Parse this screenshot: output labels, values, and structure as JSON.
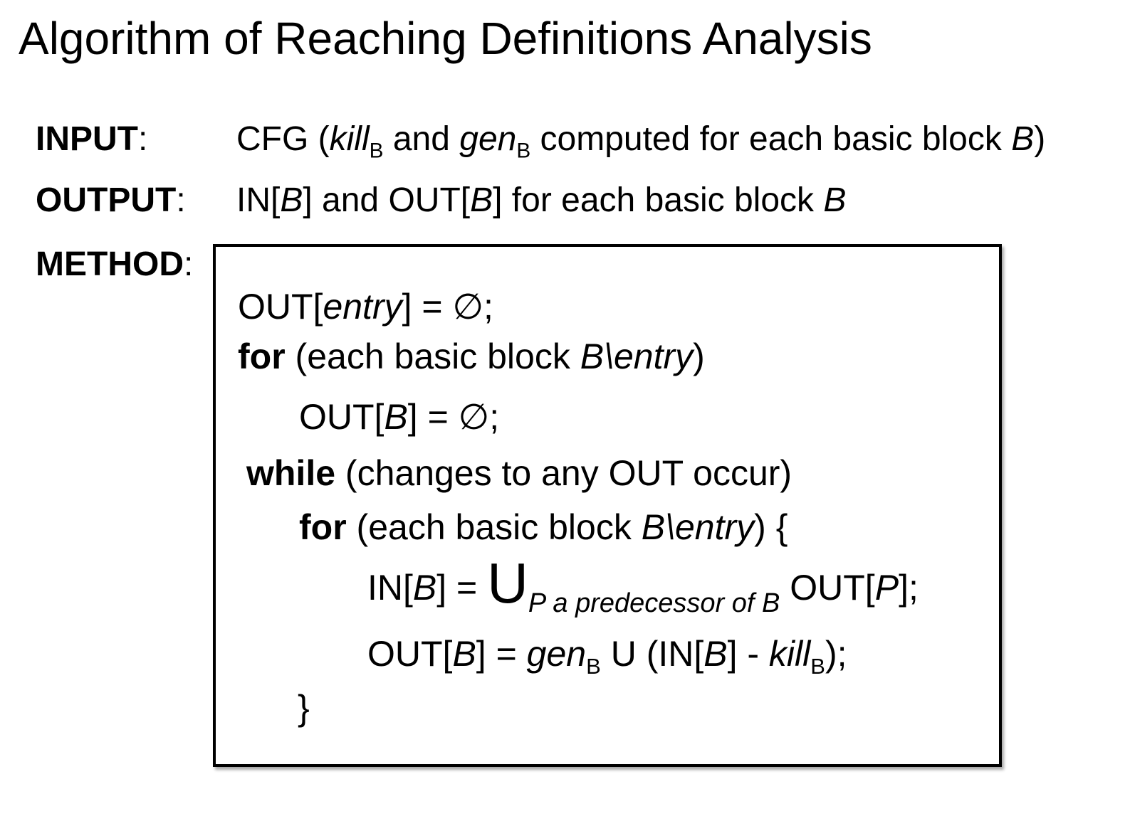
{
  "title": "Algorithm of Reaching Definitions Analysis",
  "labels": {
    "input": "INPUT",
    "output": "OUTPUT",
    "method": "METHOD",
    "colon": ":"
  },
  "input_desc": {
    "a": "CFG (",
    "kill": "kill",
    "sub_b": "B",
    "and": " and ",
    "gen": "gen",
    "rest": " computed for each basic block ",
    "b": "B",
    "close": ")"
  },
  "output_desc": {
    "a": "IN[",
    "b": "B",
    "c": "] and OUT[",
    "d": "] for each basic block "
  },
  "method": {
    "line1": {
      "a": "OUT[",
      "entry": "entry",
      "b": "] = ∅;"
    },
    "line2": {
      "kw": "for",
      "a": " (each basic block ",
      "b": "B\\entry",
      "c": ")"
    },
    "line3": {
      "a": "OUT[",
      "b": "B",
      "c": "] = ∅;"
    },
    "line4": {
      "kw": "while",
      "a": " (changes to any OUT occur)"
    },
    "line5": {
      "kw": "for",
      "a": " (each basic block ",
      "b": "B\\entry",
      "c": ") {"
    },
    "line6": {
      "a": "IN[",
      "b": "B",
      "c": "] = ",
      "union": "U",
      "pred": "P a predecessor of B",
      "d": " OUT[",
      "p": "P",
      "e": "];"
    },
    "line7": {
      "a": "OUT[",
      "b": "B",
      "c": "] = ",
      "gen": "gen",
      "sub": "B",
      "d": " U (IN[",
      "e": "] - ",
      "kill": "kill",
      "f": ");"
    },
    "line8": {
      "a": "}"
    }
  }
}
